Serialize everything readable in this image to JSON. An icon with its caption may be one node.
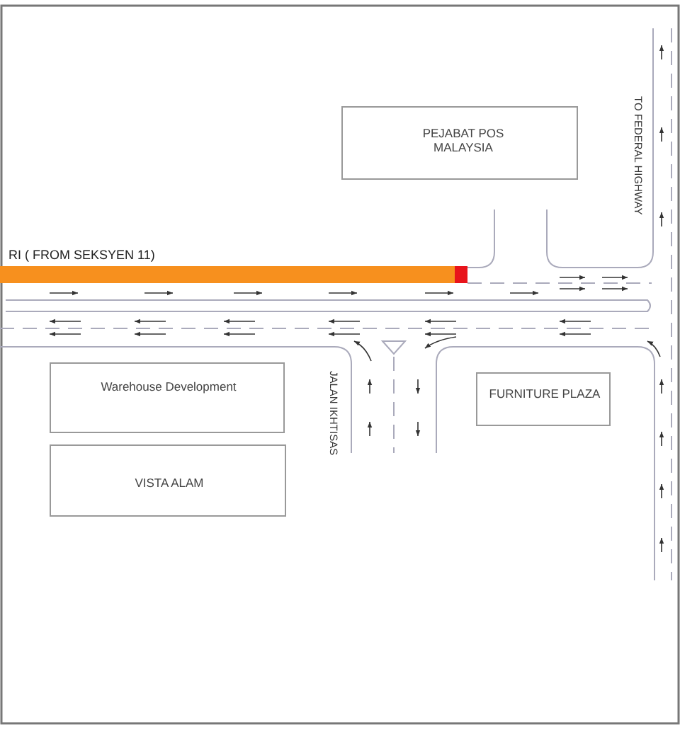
{
  "diagram": {
    "nodes": [
      {
        "text": [
          "PEJABAT POS MALAYSIA"
        ]
      },
      {
        "text": [
          "Warehouse Development"
        ]
      },
      {
        "text": [
          "FURNITURE PLAZA"
        ]
      },
      {
        "text": [
          "VISTA ALAM"
        ]
      }
    ],
    "labels": [
      "TO FEDERAL HIGHWAY",
      "RI ( FROM SEKSYEN 11)",
      "JALAN IKHTISAS"
    ]
  }
}
